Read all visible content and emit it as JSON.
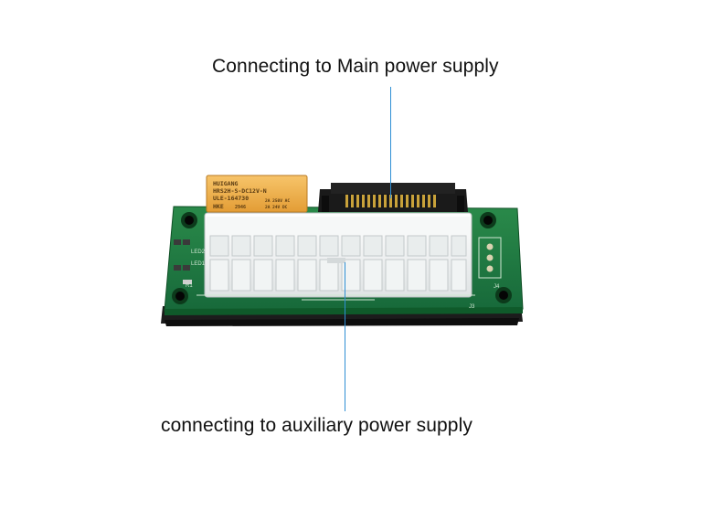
{
  "annotations": {
    "main_supply": "Connecting to Main power supply",
    "aux_supply": "connecting to auxiliary power supply"
  },
  "board": {
    "relay_brand": "HUIGANG",
    "relay_model": "HRS2H-S-DC12V-N",
    "relay_code": "ULE-164730",
    "relay_logo": "HKE",
    "relay_batch": "2946",
    "relay_rating_1": "2A 250V AC",
    "relay_rating_2": "2A 24V DC",
    "silk_led2": "LED2",
    "silk_led1": "LED1",
    "silk_r1": "R1",
    "silk_j4": "J4",
    "silk_j3": "J3"
  },
  "colors": {
    "pcb": "#1f7a3e",
    "pcb_dark": "#145c2c",
    "connector": "#f2f4f4",
    "relay": "#f0b24c",
    "leader": "#2f8fd4"
  }
}
